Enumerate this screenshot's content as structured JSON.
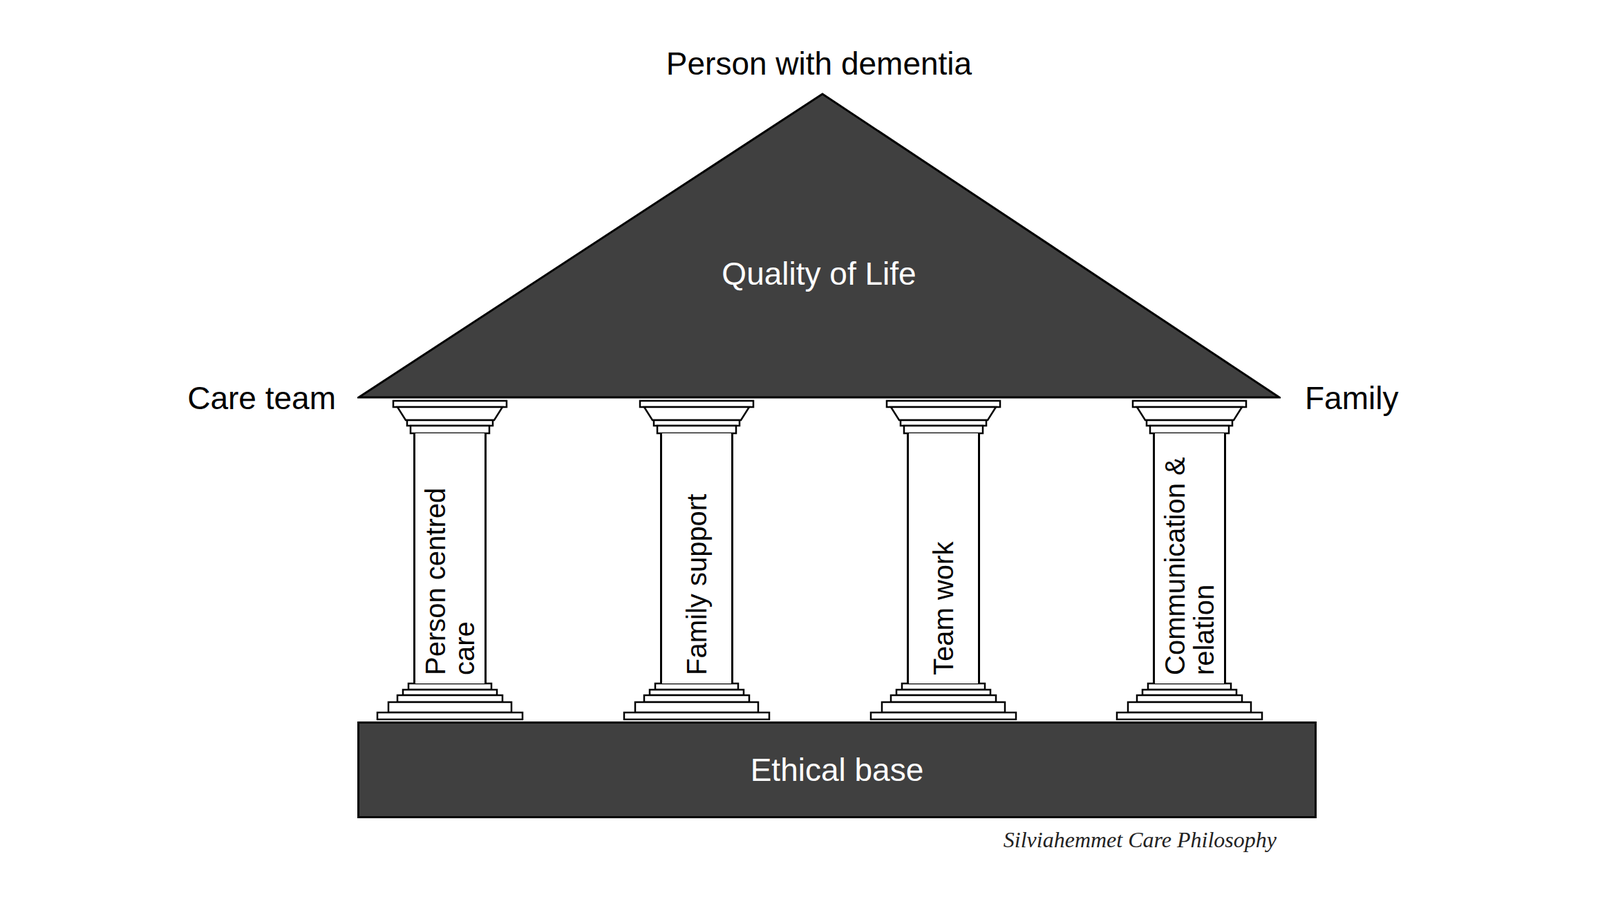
{
  "diagram": {
    "caption": "Silviahemmet Care Philosophy",
    "nodes": [
      {
        "text": [
          "Person with dementia",
          "Quality of Life"
        ]
      },
      {
        "text": [
          "Person centred care"
        ]
      },
      {
        "text": [
          "Family support"
        ]
      },
      {
        "text": [
          "Team work"
        ]
      },
      {
        "text": [
          "Communication & relation"
        ]
      },
      {
        "text": [
          "Ethical base"
        ]
      }
    ],
    "labels": [
      "Care team",
      "Family"
    ]
  }
}
